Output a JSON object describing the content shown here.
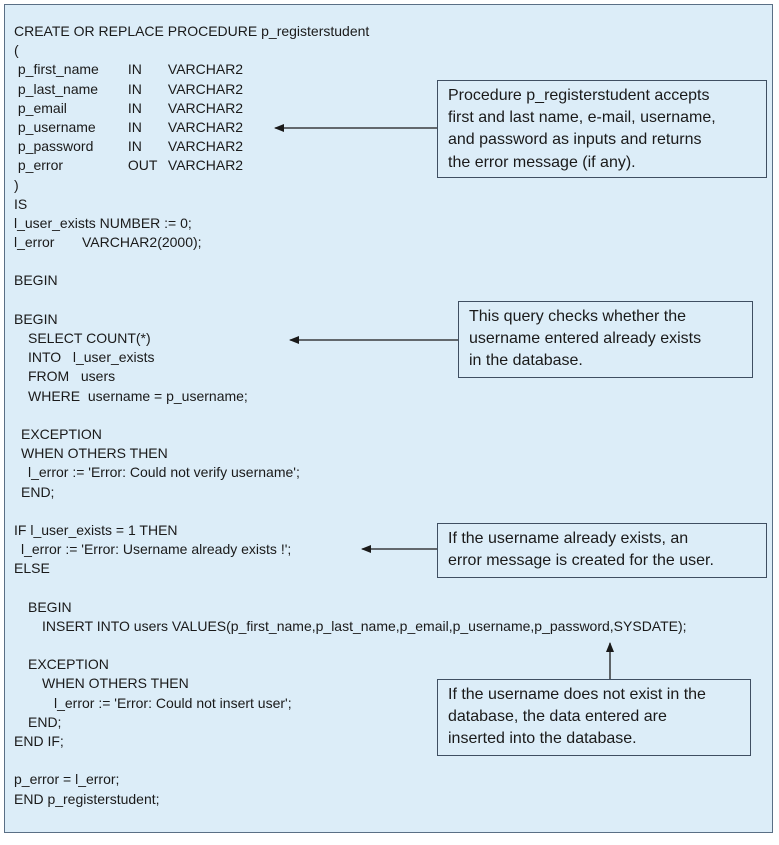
{
  "code": {
    "header": "CREATE OR REPLACE PROCEDURE p_registerstudent",
    "open_paren": "(",
    "params": [
      {
        "name": "p_first_name",
        "mode": "IN",
        "type": "VARCHAR2"
      },
      {
        "name": "p_last_name",
        "mode": "IN",
        "type": "VARCHAR2"
      },
      {
        "name": "p_email",
        "mode": "IN",
        "type": "VARCHAR2"
      },
      {
        "name": "p_username",
        "mode": "IN",
        "type": "VARCHAR2"
      },
      {
        "name": "p_password",
        "mode": "IN",
        "type": "VARCHAR2"
      },
      {
        "name": "p_error",
        "mode": "OUT",
        "type": "VARCHAR2"
      }
    ],
    "close_paren": ")",
    "is": "IS",
    "decl1": "l_user_exists NUMBER := 0;",
    "decl2_name": "l_error",
    "decl2_type": "VARCHAR2(2000);",
    "begin_outer": "BEGIN",
    "begin_query": "BEGIN",
    "select_count": "SELECT COUNT(*)",
    "into_line": "INTO   l_user_exists",
    "from_line": "FROM   users",
    "where_line": "WHERE  username = p_username;",
    "exception1": "EXCEPTION",
    "when_others1": "WHEN OTHERS THEN",
    "err_verify": "l_error := 'Error: Could not verify username';",
    "end1": "END;",
    "if_line": "IF l_user_exists = 1 THEN",
    "err_exists": "l_error := 'Error: Username already exists !';",
    "else": "ELSE",
    "begin_insert": "BEGIN",
    "insert_line": "INSERT INTO users VALUES(p_first_name,p_last_name,p_email,p_username,p_password,SYSDATE);",
    "exception2": "EXCEPTION",
    "when_others2": "WHEN OTHERS THEN",
    "err_insert": "l_error := 'Error: Could not insert user';",
    "end2": "END;",
    "end_if": "END IF;",
    "assign_error": "p_error = l_error;",
    "end_proc": "END p_registerstudent;"
  },
  "callouts": {
    "procedure": [
      "Procedure p_registerstudent accepts",
      "first and last name, e-mail, username,",
      "and password as inputs and returns",
      "the error message (if any)."
    ],
    "query": [
      "This query checks whether the",
      "username entered already exists",
      "in  the database."
    ],
    "exists": [
      "If the username already exists, an",
      "error message is created for the user."
    ],
    "insert": [
      "If the username does not exist in the",
      "database, the data entered are",
      "inserted into the database."
    ]
  }
}
